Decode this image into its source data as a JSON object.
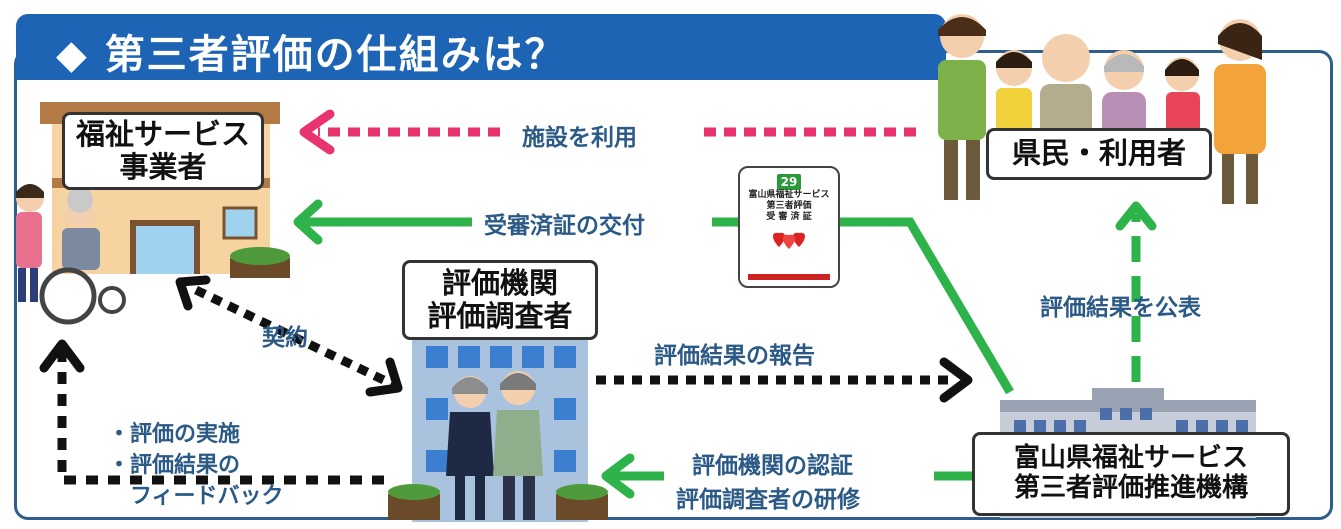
{
  "title": "◆ 第三者評価の仕組みは？",
  "nodes": {
    "provider": [
      "福祉サービス",
      "事業者"
    ],
    "evaluator": [
      "評価機関",
      "評価調査者"
    ],
    "residents": "県民・利用者",
    "promotion": [
      "富山県福祉サービス",
      "第三者評価推進機構"
    ]
  },
  "flows": {
    "use_facility": "施設を利用",
    "issue_certificate": "受審済証の交付",
    "contract": "契約",
    "report_results": "評価結果の報告",
    "publish_results": "評価結果を公表",
    "accreditation": [
      "評価機関の認証",
      "評価調査者の研修"
    ],
    "feedback": [
      "・評価の実施",
      "・評価結果の",
      "　フィードバック"
    ]
  },
  "certificate": {
    "number": "29",
    "lines": [
      "富山県福祉サービス",
      "第三者評価",
      "受 審 済 証"
    ]
  },
  "colors": {
    "banner": "#1e64b4",
    "flow_text": "#2b5a86",
    "green_arrow": "#2db34a",
    "pink_arrow": "#e8336e",
    "black_arrow": "#111111"
  }
}
